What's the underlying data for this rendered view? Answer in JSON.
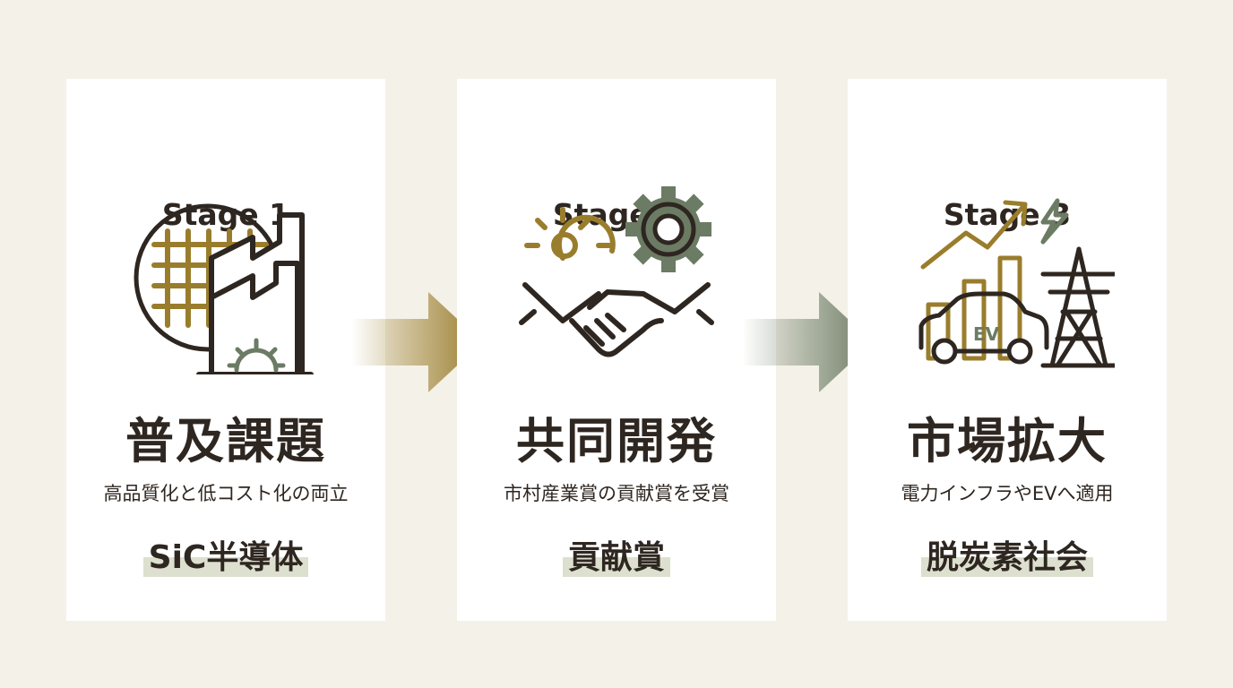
{
  "stages": [
    {
      "label": "Stage 1",
      "title": "普及課題",
      "description": "高品質化と低コスト化の両立",
      "tag": "SiC半導体",
      "icon": "wafer-factory-gear-icon"
    },
    {
      "label": "Stage 2",
      "title": "共同開発",
      "description": "市村産業賞の貢献賞を受賞",
      "tag": "貢献賞",
      "icon": "handshake-gears-icon"
    },
    {
      "label": "Stage 3",
      "title": "市場拡大",
      "description": "電力インフラやEVへ適用",
      "tag": "脱炭素社会",
      "icon": "growth-ev-pylon-icon",
      "ev_label": "EV"
    }
  ],
  "colors": {
    "background": "#f4f1e8",
    "card": "#ffffff",
    "text": "#2e2620",
    "gold": "#9a7d2c",
    "sage": "#6c7b64",
    "tag_highlight": "#dddfcf"
  }
}
